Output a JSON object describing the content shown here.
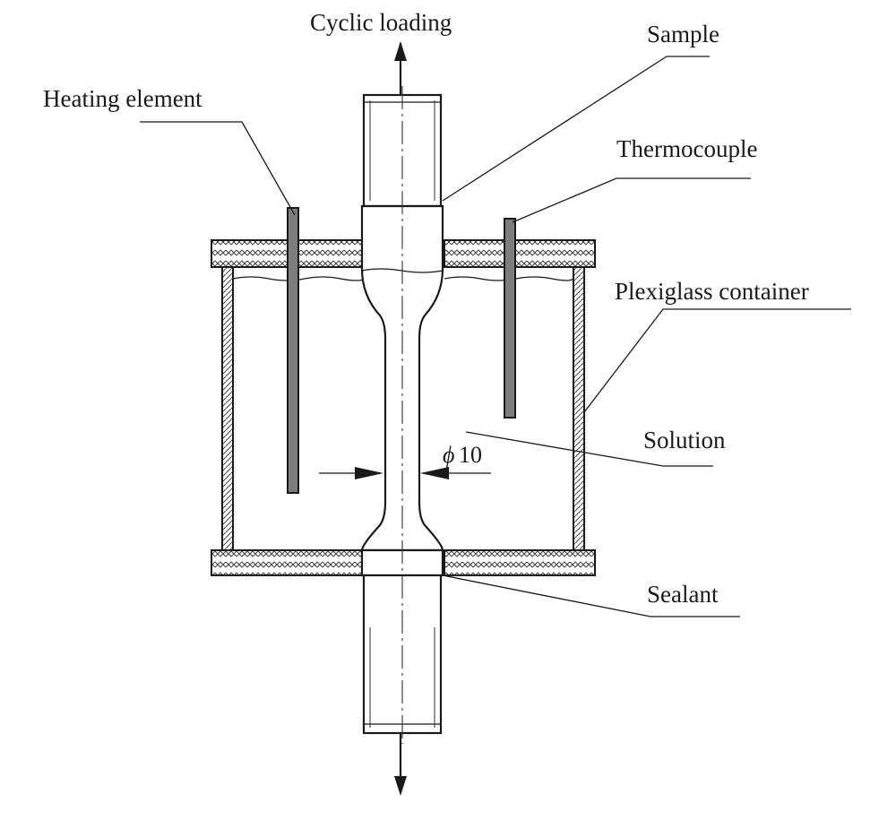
{
  "labels": {
    "cyclic_loading": "Cyclic loading",
    "sample": "Sample",
    "heating_element": "Heating element",
    "thermocouple": "Thermocouple",
    "plexiglass_container": "Plexiglass container",
    "solution": "Solution",
    "sealant": "Sealant",
    "diameter_symbol": "ϕ",
    "diameter_value": "10"
  }
}
